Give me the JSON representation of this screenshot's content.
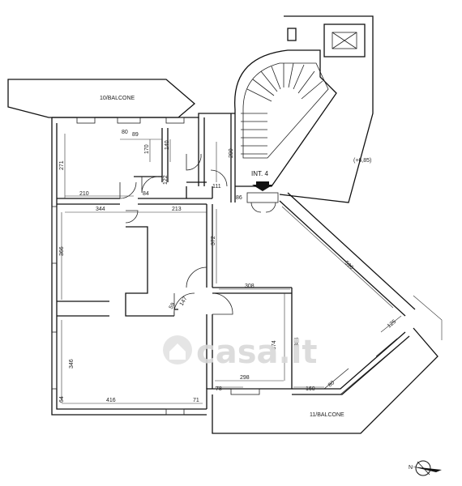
{
  "labels": {
    "balcony_10": "10/BALCONE",
    "balcony_11": "11/BALCONE",
    "entrance": "INT. 4",
    "elevation": "(+6,85)",
    "watermark": "casa.it",
    "north": "N"
  },
  "dimensions": {
    "d_80_top": "80",
    "d_89": "89",
    "d_170": "170",
    "d_140": "140",
    "d_271": "271",
    "d_290": "290",
    "d_210": "210",
    "d_84": "84",
    "d_122": "122",
    "d_111": "111",
    "d_86": "86",
    "d_344": "344",
    "d_213": "213",
    "d_372": "372",
    "d_366": "366",
    "d_308": "308",
    "d_59": "59",
    "d_147": "147",
    "d_374": "374",
    "d_384": "384",
    "d_346": "346",
    "d_298": "298",
    "d_78": "78",
    "d_160": "160",
    "d_80_bottom": "80",
    "d_64": "64",
    "d_416": "416",
    "d_71": "71",
    "d_596": "596",
    "d_125": "125"
  },
  "colors": {
    "line": "#111111",
    "watermark": "#d9d9d9",
    "arrow": "#111111"
  }
}
